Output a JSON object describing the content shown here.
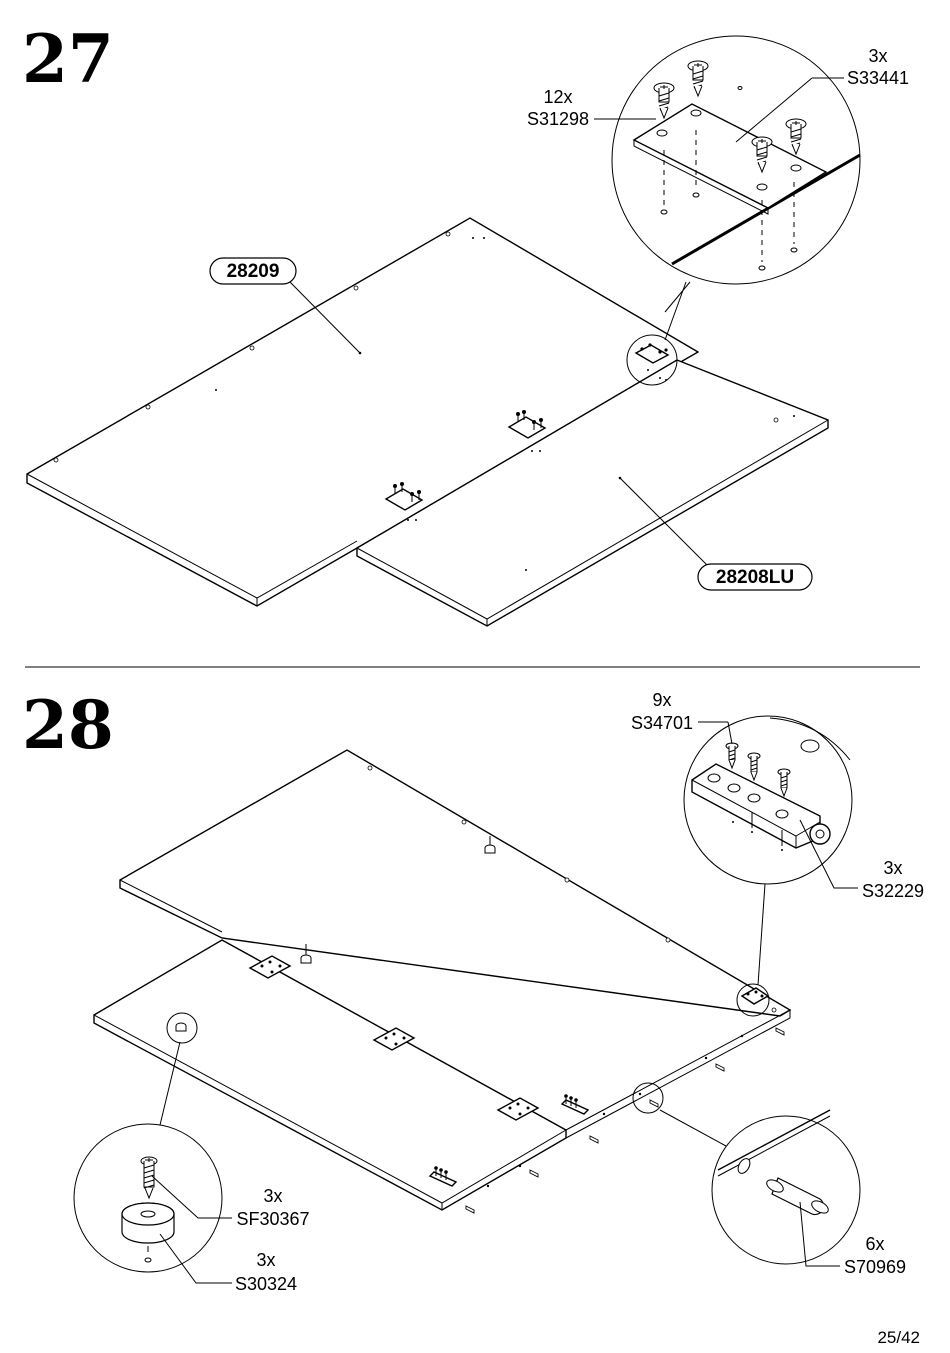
{
  "step27": {
    "number": "27",
    "panel_a": "28209",
    "panel_b": "28208LU",
    "callout_screw": {
      "qty": "12x",
      "code": "S31298"
    },
    "callout_plate": {
      "qty": "3x",
      "code": "S33441"
    }
  },
  "step28": {
    "number": "28",
    "callout_screw": {
      "qty": "9x",
      "code": "S34701"
    },
    "callout_hinge": {
      "qty": "3x",
      "code": "S32229"
    },
    "callout_foot_screw": {
      "qty": "3x",
      "code": "SF30367"
    },
    "callout_foot": {
      "qty": "3x",
      "code": "S30324"
    },
    "callout_dowel": {
      "qty": "6x",
      "code": "S70969"
    }
  },
  "page": "25/42"
}
